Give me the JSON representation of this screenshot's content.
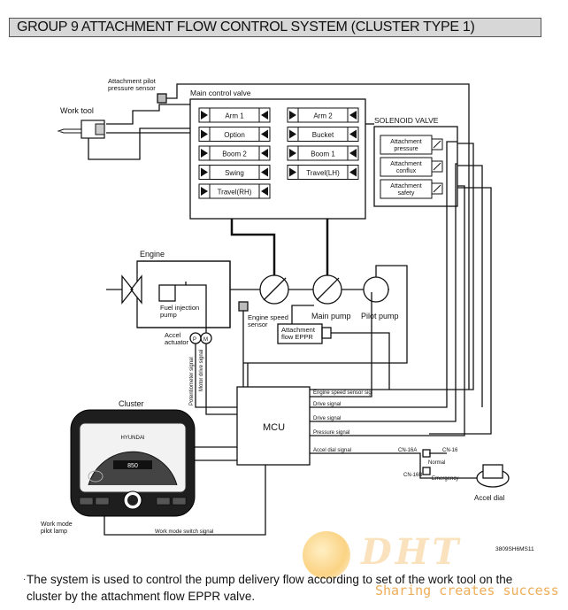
{
  "title": "GROUP  9  ATTACHMENT FLOW CONTROL SYSTEM (CLUSTER TYPE 1)",
  "labels": {
    "attachment_pilot_sensor": [
      "Attachment pilot",
      "pressure sensor"
    ],
    "main_control_valve": "Main control valve",
    "work_tool": "Work tool",
    "solenoid_valve": "SOLENOID VALVE",
    "engine": "Engine",
    "fuel_injection_pump": [
      "Fuel injection",
      "pump"
    ],
    "accel_actuator": [
      "Accel",
      "actuator"
    ],
    "engine_speed_sensor": [
      "Engine speed",
      "sensor"
    ],
    "attachment_flow_eppr": [
      "Attachment",
      "flow EPPR"
    ],
    "main_pump": "Main pump",
    "pilot_pump": "Pilot pump",
    "cluster": "Cluster",
    "mcu": "MCU",
    "potentiometer_signal": "Potentiometer signal",
    "motor_drive_signal": "Motor drive signal",
    "engine_speed_sensor_sig": "Engine speed sensor sig",
    "drive_signal_1": "Drive signal",
    "drive_signal_2": "Drive signal",
    "pressure_signal": "Pressure signal",
    "accel_dial_signal": "Accel dial signal",
    "cn16a": "CN-16A",
    "cn16": "CN-16",
    "cn16b": "CN-16B",
    "normal": "Normal",
    "emergency": "Emergency",
    "accel_dial": "Accel dial",
    "work_mode_pilot_lamp": [
      "Work mode",
      "pilot lamp"
    ],
    "work_mode_switch_signal": "Work mode switch signal",
    "drawing_code": "3809SH6MS11",
    "p_label": "P",
    "m_label": "M",
    "cluster_brand": "HYUNDAI",
    "cluster_readout": "850"
  },
  "valve_spools_left": [
    "Arm 1",
    "Option",
    "Boom 2",
    "Swing",
    "Travel(RH)"
  ],
  "valve_spools_right": [
    "Arm 2",
    "Bucket",
    "Boom 1",
    "Travel(LH)"
  ],
  "solenoids": [
    [
      "Attachment",
      "pressure"
    ],
    [
      "Attachment",
      "conflux"
    ],
    [
      "Attachment",
      "safety"
    ]
  ],
  "description": "The system is used to control the pump delivery flow according to set of the work tool on the cluster by the attachment flow EPPR valve.",
  "watermark": {
    "logo": "DHT",
    "slogan": "Sharing creates success"
  }
}
